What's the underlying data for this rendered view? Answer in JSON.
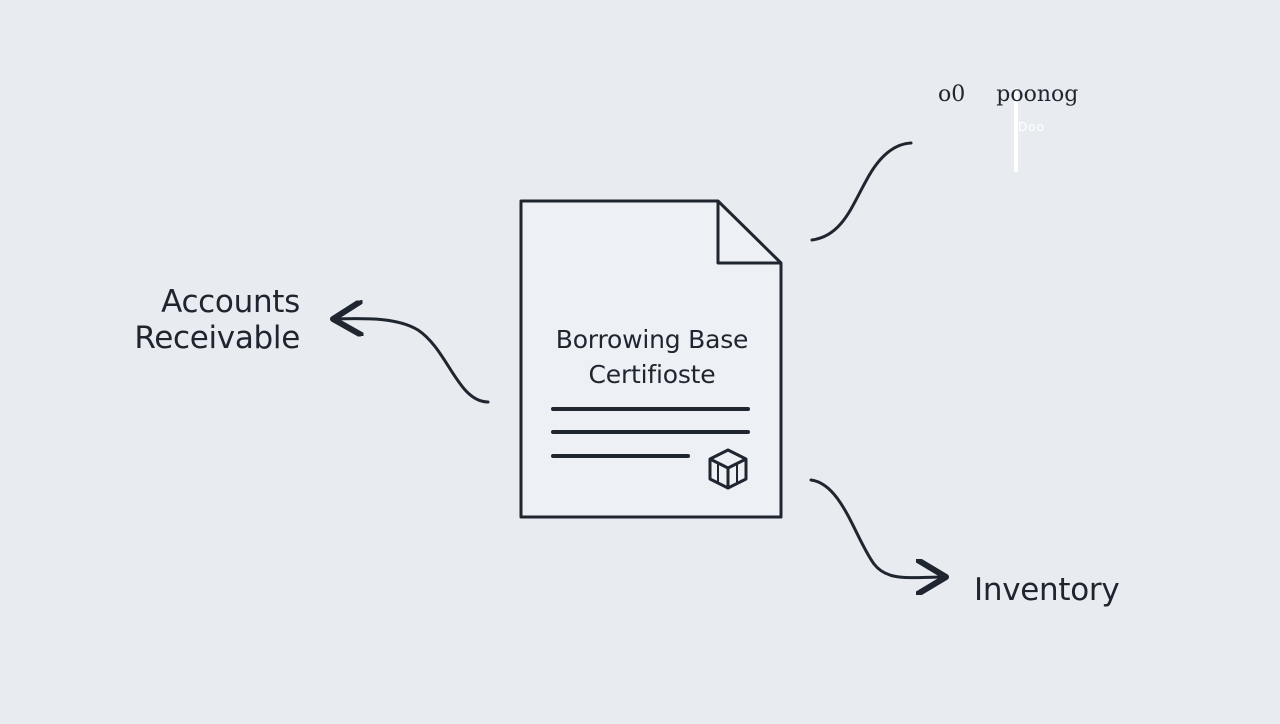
{
  "diagram": {
    "center_document": {
      "title_line_1": "Borrowing Base",
      "title_line_2": "Certifioste"
    },
    "left_node": {
      "line_1": "Accounts",
      "line_2": "Receivable"
    },
    "right_node": {
      "label": "Inventory"
    },
    "top_right_scribble": {
      "left_text": "o0",
      "right_text": "poonog",
      "sub_text": "Doo"
    }
  },
  "colors": {
    "background": "#e8ebf0",
    "stroke": "#1f2630",
    "document_fill": "#edf0f4"
  },
  "icons": {
    "document": "document-icon",
    "box": "box-icon",
    "arrow_left": "arrow-left-icon",
    "arrow_right": "arrow-right-icon"
  }
}
